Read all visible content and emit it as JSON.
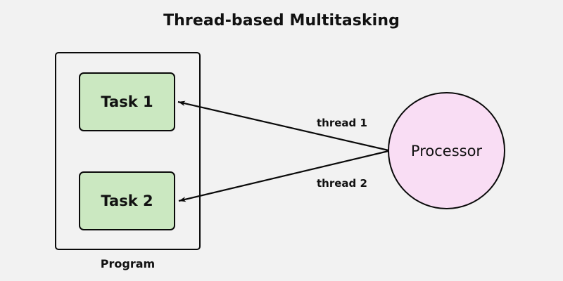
{
  "diagram": {
    "title": "Thread-based Multitasking",
    "background_color": "#f2f2f2",
    "program": {
      "label": "Program",
      "border_color": "#0a0a0a",
      "tasks": [
        {
          "label": "Task 1",
          "fill_color": "#cbe8c1"
        },
        {
          "label": "Task 2",
          "fill_color": "#cbe8c1"
        }
      ]
    },
    "processor": {
      "label": "Processor",
      "fill_color": "#f9ddf4",
      "border_color": "#0a0a0a"
    },
    "threads": [
      {
        "label": "thread 1",
        "from": "Processor",
        "to": "Task 1"
      },
      {
        "label": "thread 2",
        "from": "Processor",
        "to": "Task 2"
      }
    ]
  }
}
